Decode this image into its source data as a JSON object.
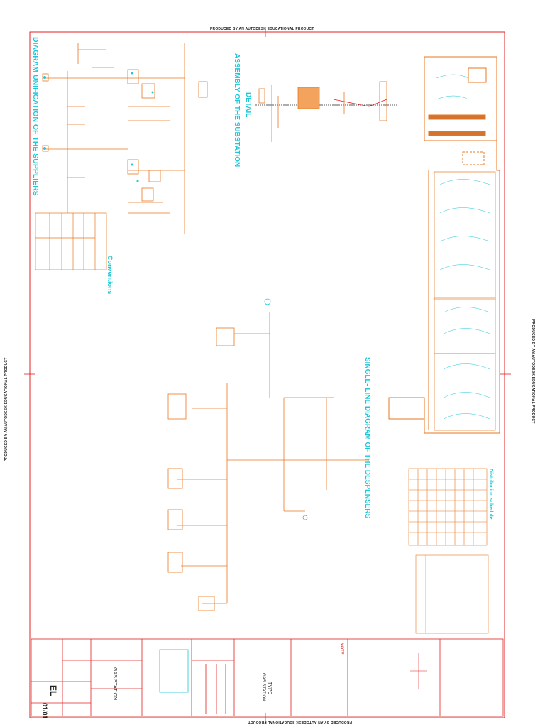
{
  "watermark": "PRODUCED BY AN AUTODESK EDUCATIONAL PRODUCT",
  "titles": {
    "suppliers": "DIAGRAM UNIFICATION OF THE SUPPLIERS",
    "substation_1": "DETAIL",
    "substation_2": "ASSEMBLY OF THE SUBSTATION",
    "conventions": "Conventions",
    "single_line": "SINGLE- LINE DIAGRAM OF THE DESPENSERS",
    "distribution": "Distribution schedule"
  },
  "title_block": {
    "project_type": "TYPE",
    "project_name": "GAS STATION",
    "project_name_2": "GAS STATION",
    "sheet_code": "EL",
    "sheet_number": "01/01",
    "note_heading": "NOTE"
  },
  "colors": {
    "frame": "#e02020",
    "lines": "#e87722",
    "labels": "#1ec8d8",
    "notes": "#e02020"
  }
}
